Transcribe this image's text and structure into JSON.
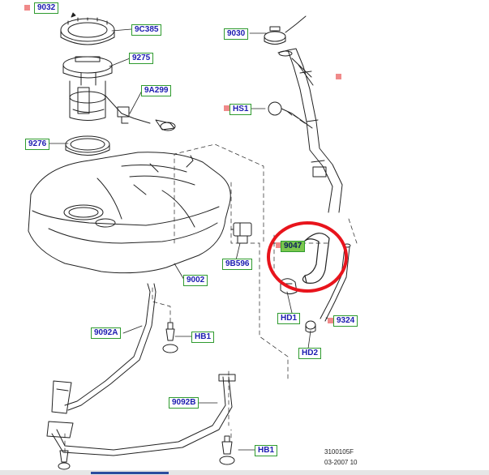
{
  "labels": {
    "p9032": "9032",
    "p9C385": "9C385",
    "p9030": "9030",
    "p9275": "9275",
    "p9A299": "9A299",
    "pHS1": "HS1",
    "p9276": "9276",
    "p9047": "9047",
    "p9B596": "9B596",
    "p9002": "9002",
    "pHD1": "HD1",
    "p9324": "9324",
    "p9092A": "9092A",
    "pHB1a": "HB1",
    "pHD2": "HD2",
    "p9092B": "9092B",
    "pHB1b": "HB1"
  },
  "footer": {
    "drawing_ref": "3100105F",
    "date": "03-2007 10"
  },
  "colors": {
    "label_border": "#2f9b2f",
    "label_text": "#1b1bb0",
    "highlight_label_bg": "#7ac74d",
    "marker": "#f08a8a",
    "callout_circle": "#e8141c",
    "line": "#222222"
  }
}
